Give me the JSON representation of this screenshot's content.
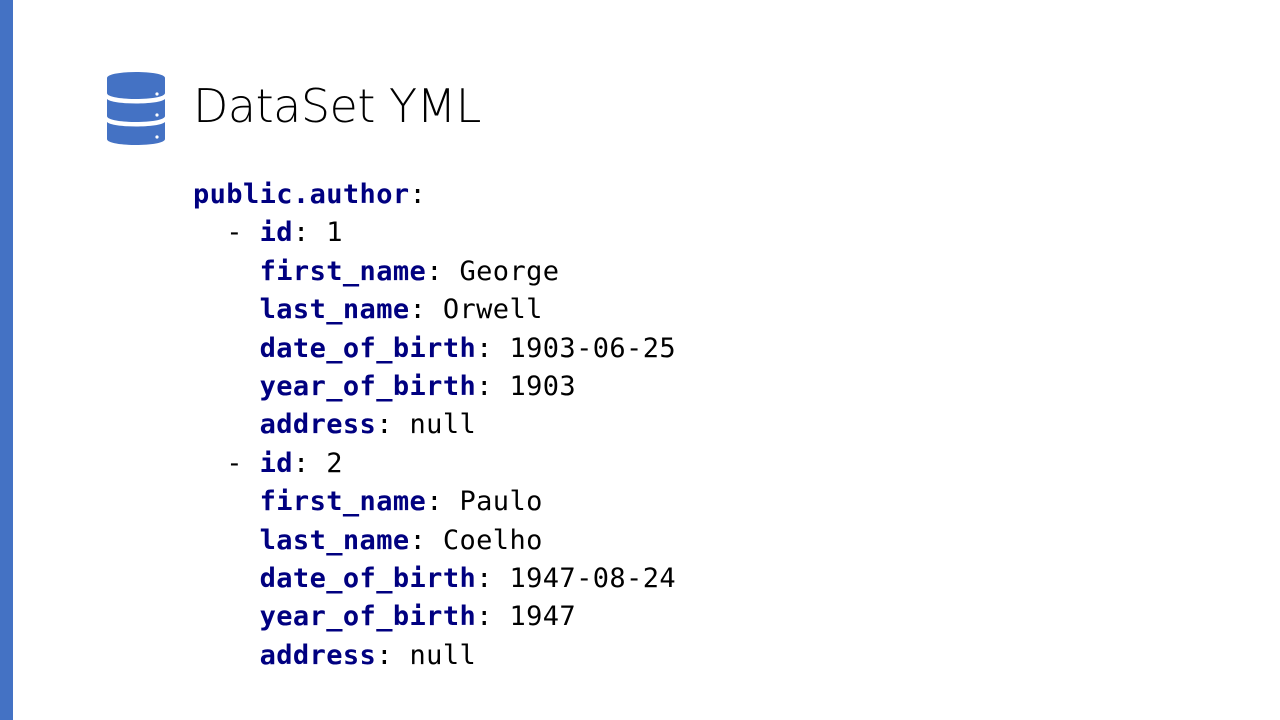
{
  "slide": {
    "title": "DataSet YML",
    "icon": "database-icon",
    "accent_color": "#4472c4",
    "key_color": "#000080"
  },
  "yaml": {
    "table_key": "public.author",
    "records": [
      {
        "id": "1",
        "first_name": "George",
        "last_name": "Orwell",
        "date_of_birth": "1903-06-25",
        "year_of_birth": "1903",
        "address": "null"
      },
      {
        "id": "2",
        "first_name": "Paulo",
        "last_name": "Coelho",
        "date_of_birth": "1947-08-24",
        "year_of_birth": "1947",
        "address": "null"
      }
    ]
  }
}
